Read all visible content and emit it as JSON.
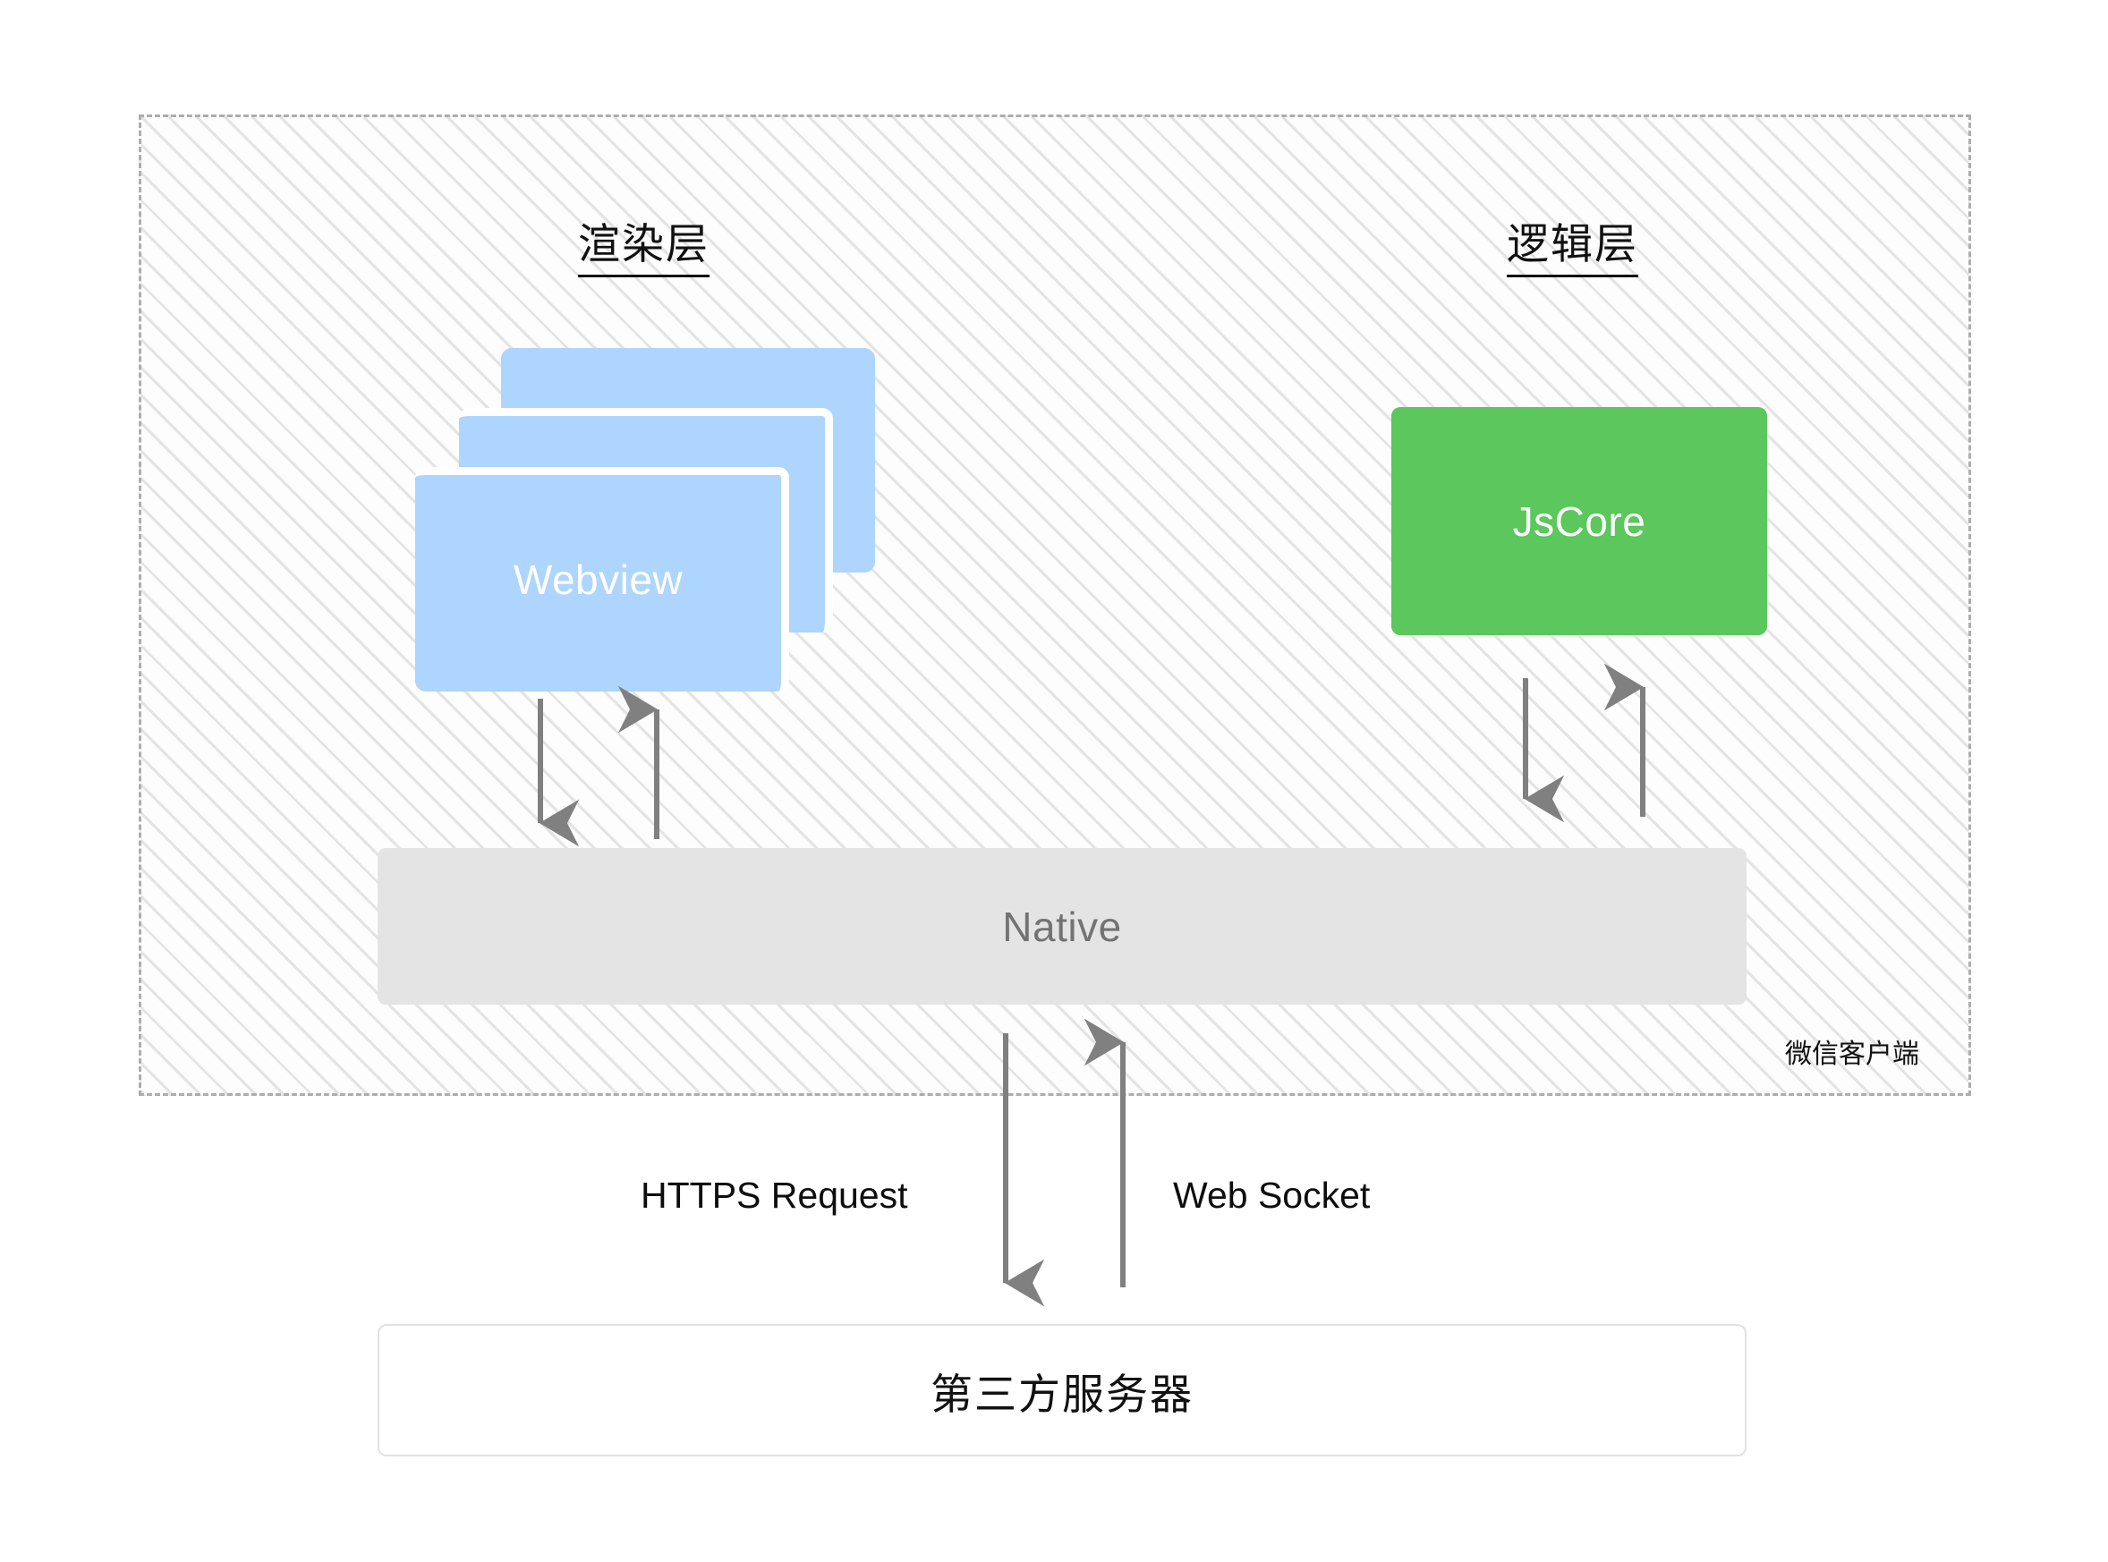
{
  "diagram": {
    "title_render_layer": "渲染层",
    "title_logic_layer": "逻辑层",
    "client_label": "微信客户端",
    "webview_label": "Webview",
    "jscore_label": "JsCore",
    "native_label": "Native",
    "server_label": "第三方服务器",
    "connections": {
      "https_request": "HTTPS Request",
      "web_socket": "Web Socket"
    },
    "colors": {
      "webview_fill": "#aed5fd",
      "jscore_fill": "#5bc75c",
      "native_fill": "#e4e4e4",
      "native_text": "#737373",
      "arrow": "#808080",
      "container_border": "#adadad",
      "hatch_line": "#e3e3e3",
      "server_border": "#e2e2e2",
      "text": "#111111"
    }
  }
}
